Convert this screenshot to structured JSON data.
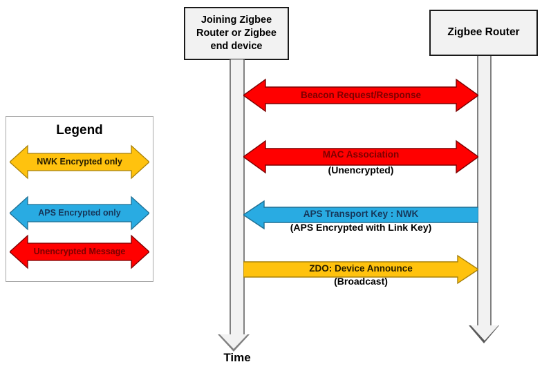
{
  "diagram": {
    "title": "Zigbee joining message sequence",
    "nodes": [
      {
        "id": "joining",
        "label": "Joining Zigbee Router or Zigbee end device"
      },
      {
        "id": "router",
        "label": "Zigbee Router"
      }
    ],
    "time_axis_label": "Time",
    "messages": [
      {
        "label": "Beacon Request/Response",
        "sublabel": "",
        "direction": "both",
        "color": "#FF0000",
        "stroke": "#7B0000",
        "text_color": "#7B0000"
      },
      {
        "label": "MAC Association",
        "sublabel": "(Unencrypted)",
        "direction": "both",
        "color": "#FF0000",
        "stroke": "#7B0000",
        "text_color": "#7B0000"
      },
      {
        "label": "APS Transport Key : NWK",
        "sublabel": "(APS Encrypted with Link Key)",
        "direction": "left",
        "color": "#29ABE2",
        "stroke": "#1F6F93",
        "text_color": "#16375A"
      },
      {
        "label": "ZDO: Device Announce",
        "sublabel": "(Broadcast)",
        "direction": "right",
        "color": "#FFC20E",
        "stroke": "#A8810A",
        "text_color": "#241B00"
      }
    ]
  },
  "legend": {
    "title": "Legend",
    "items": [
      {
        "label": "NWK Encrypted only",
        "color": "#FFC20E",
        "stroke": "#A8810A",
        "text_color": "#241B00"
      },
      {
        "label": "APS Encrypted only",
        "color": "#29ABE2",
        "stroke": "#1F6F93",
        "text_color": "#16375A"
      },
      {
        "label": "Unencrypted Message",
        "color": "#FF0000",
        "stroke": "#7B0000",
        "text_color": "#7B0000"
      }
    ]
  },
  "colors": {
    "unencrypted_red": "#FF0000",
    "aps_blue": "#29ABE2",
    "nwk_yellow": "#FFC20E",
    "node_fill": "#F2F2F2",
    "node_border": "#1A1A1A",
    "lifeline_border": "#808080",
    "legend_border": "#A6A6A6",
    "background": "#FFFFFF"
  }
}
